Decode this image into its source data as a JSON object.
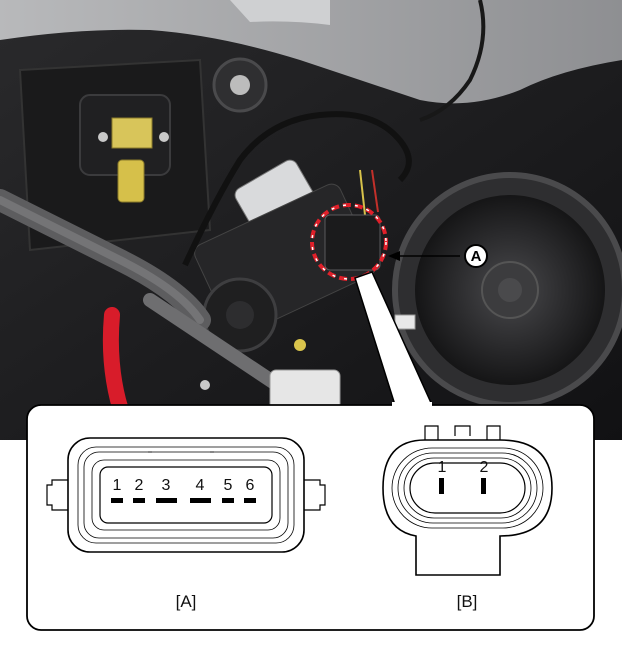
{
  "callout": {
    "letter": "A"
  },
  "connector_a": {
    "pins": [
      "1",
      "2",
      "3",
      "4",
      "5",
      "6"
    ],
    "caption": "[A]"
  },
  "connector_b": {
    "pins": [
      "1",
      "2"
    ],
    "caption": "[B]"
  },
  "colors": {
    "highlight_circle": "#e0202a",
    "wire_sleeve": "#d81c2a",
    "door_panel": "#1c1c1e",
    "speaker": "#3a3a3c"
  }
}
